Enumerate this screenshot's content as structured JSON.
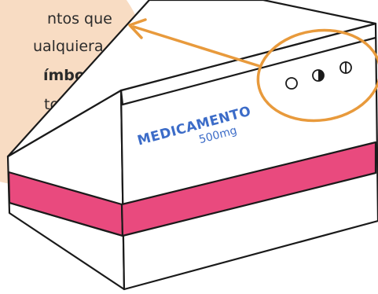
{
  "callout": {
    "line1": "ntos que",
    "line2": "ualquiera",
    "line3": "ímbolos",
    "line4": "tonaje.",
    "bubble_color": "#f8dcc3",
    "text_color": "#2b2b2b"
  },
  "box": {
    "name": "MEDICAMENTO",
    "dose": "500mg",
    "band_color": "#e94a7e",
    "text_color": "#3c6cc8",
    "outline_color": "#1a1a1a"
  },
  "symbols": {
    "items": [
      "empty-circle-symbol",
      "half-filled-circle-symbol",
      "barred-circle-symbol"
    ],
    "highlight_color": "#e89a3c"
  },
  "arrow": {
    "color": "#e89a3c"
  }
}
